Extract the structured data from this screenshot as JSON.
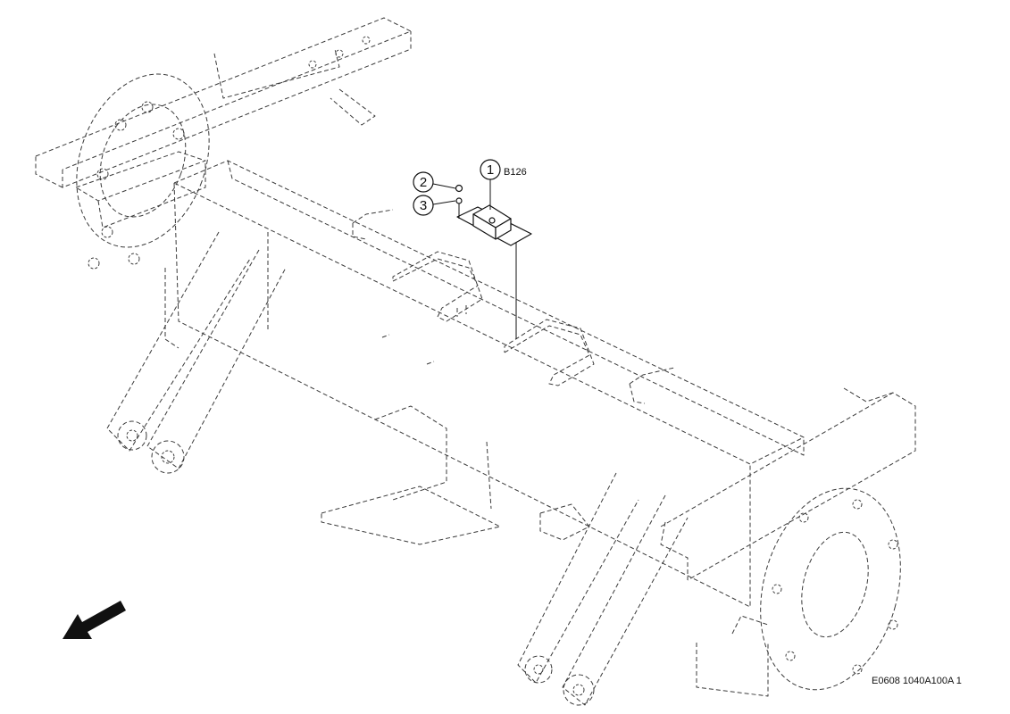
{
  "callouts": [
    {
      "number": "1",
      "code": "B126"
    },
    {
      "number": "2",
      "code": ""
    },
    {
      "number": "3",
      "code": ""
    }
  ],
  "reference": "E0608 1040A100A 1",
  "icons": {
    "direction": "front-direction-arrow-icon"
  }
}
